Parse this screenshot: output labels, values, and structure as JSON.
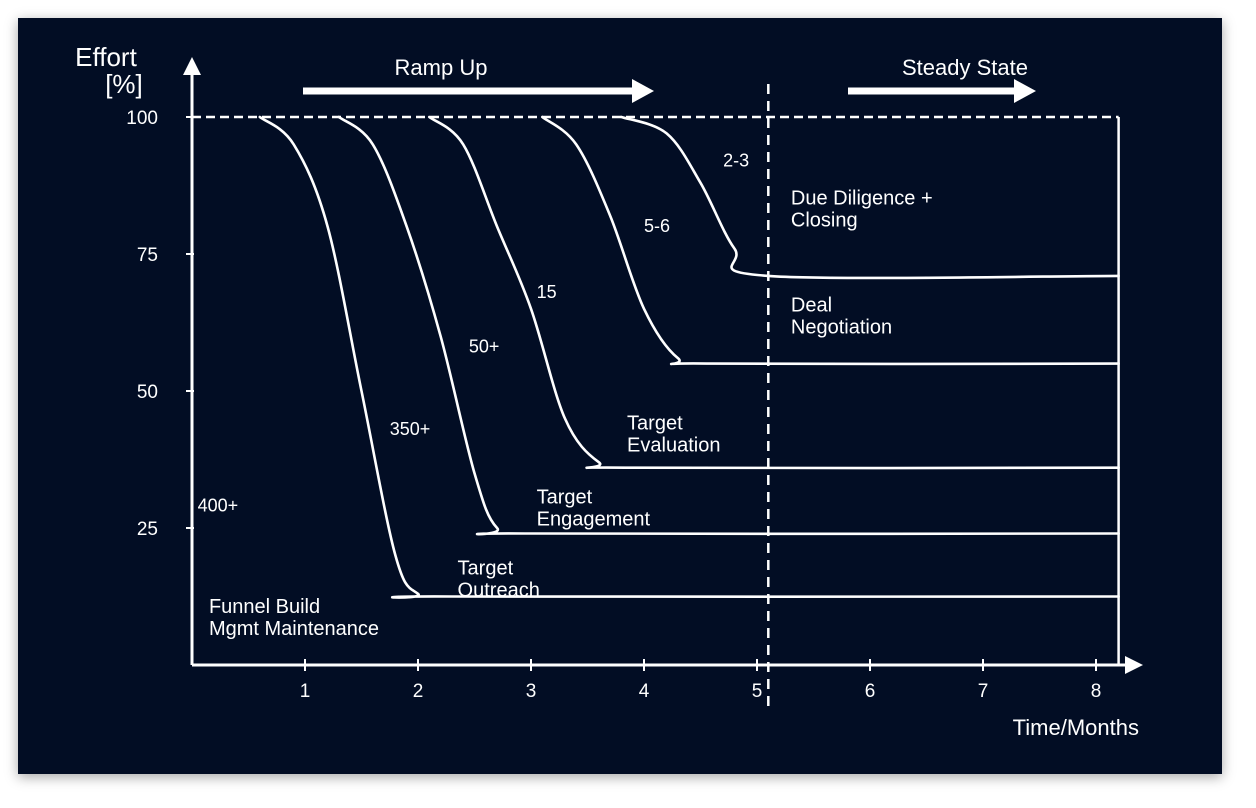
{
  "colors": {
    "background": "#020d24",
    "foreground": "#ffffff"
  },
  "chart_data": {
    "type": "line",
    "ylabel_line1": "Effort",
    "ylabel_line2": "[%]",
    "xlabel": "Time/Months",
    "xlim": [
      0,
      8.2
    ],
    "ylim": [
      0,
      100
    ],
    "xticks": [
      1,
      2,
      3,
      4,
      5,
      6,
      7,
      8
    ],
    "xtick_labels": [
      "1",
      "2",
      "3",
      "4",
      "5",
      "6",
      "7",
      "8"
    ],
    "yticks": [
      25,
      50,
      75,
      100
    ],
    "ytick_labels": [
      "25",
      "50",
      "75",
      "100"
    ],
    "phases": [
      {
        "label": "Ramp Up"
      },
      {
        "label": "Steady State"
      }
    ],
    "phase_divider_x": 5.1,
    "series": [
      {
        "x": [
          0.6,
          0.9,
          1.2,
          1.5,
          1.8,
          2.0,
          2.3,
          8.2
        ],
        "y": [
          100,
          95,
          80,
          50,
          20,
          13,
          12.5,
          12.5
        ]
      },
      {
        "x": [
          1.3,
          1.6,
          1.9,
          2.2,
          2.5,
          2.7,
          3.0,
          8.2
        ],
        "y": [
          100,
          95,
          80,
          60,
          35,
          25,
          24,
          24
        ]
      },
      {
        "x": [
          2.1,
          2.4,
          2.7,
          3.0,
          3.3,
          3.6,
          3.9,
          8.2
        ],
        "y": [
          100,
          95,
          80,
          65,
          45,
          37,
          36,
          36
        ]
      },
      {
        "x": [
          3.1,
          3.4,
          3.7,
          4.0,
          4.3,
          4.6,
          8.2
        ],
        "y": [
          100,
          95,
          82,
          65,
          56,
          55,
          55
        ]
      },
      {
        "x": [
          3.8,
          4.2,
          4.5,
          4.8,
          5.1,
          8.2
        ],
        "y": [
          100,
          97,
          88,
          76,
          71,
          71
        ]
      }
    ],
    "baseline_y": 100,
    "annotations": [
      {
        "text": "400+",
        "x": 0.05,
        "y": 28
      },
      {
        "text": "350+",
        "x": 1.75,
        "y": 42
      },
      {
        "text": "50+",
        "x": 2.45,
        "y": 57
      },
      {
        "text": "15",
        "x": 3.05,
        "y": 67
      },
      {
        "text": "5-6",
        "x": 4.0,
        "y": 79
      },
      {
        "text": "2-3",
        "x": 4.7,
        "y": 91
      },
      {
        "text": "Funnel Build",
        "x": 0.15,
        "y": 9.5
      },
      {
        "text": "Mgmt Maintenance",
        "x": 0.15,
        "y": 5.5
      },
      {
        "text": "Target",
        "x": 2.35,
        "y": 16.5
      },
      {
        "text": "Outreach",
        "x": 2.35,
        "y": 12.5
      },
      {
        "text": "Target",
        "x": 3.05,
        "y": 29.5
      },
      {
        "text": "Engagement",
        "x": 3.05,
        "y": 25.5
      },
      {
        "text": "Target",
        "x": 3.85,
        "y": 43
      },
      {
        "text": "Evaluation",
        "x": 3.85,
        "y": 39
      },
      {
        "text": "Deal",
        "x": 5.3,
        "y": 64.5
      },
      {
        "text": "Negotiation",
        "x": 5.3,
        "y": 60.5
      },
      {
        "text": "Due Diligence +",
        "x": 5.3,
        "y": 84
      },
      {
        "text": "Closing",
        "x": 5.3,
        "y": 80
      }
    ],
    "grid": false
  }
}
